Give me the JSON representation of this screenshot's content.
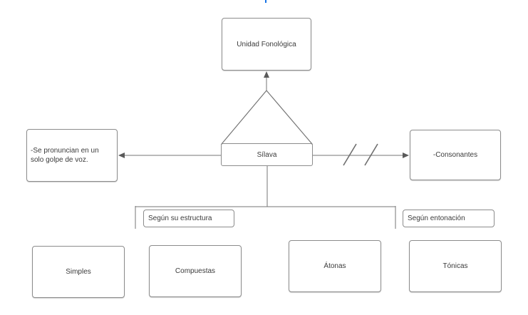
{
  "diagram": {
    "type": "concept-map",
    "nodes": {
      "unidad": "Unidad Fonológica",
      "silava": "Sílava",
      "pronuncian": "-Se pronuncian en un solo golpe de voz.",
      "consonantes": "-Consonantes",
      "segun_estructura": "Según su estructura",
      "segun_entonacion": "Según entonación",
      "simples": "Simples",
      "compuestas": "Compuestas",
      "atonas": "Átonas",
      "tonicas": "Tónicas"
    },
    "colors": {
      "background": "#ffffff",
      "line": "#757575",
      "box_border": "#8c8c8c",
      "text": "#3b3b3b",
      "arrowhead": "#5a5a5a",
      "cursor_artifact_blue": "#1673e6"
    }
  }
}
